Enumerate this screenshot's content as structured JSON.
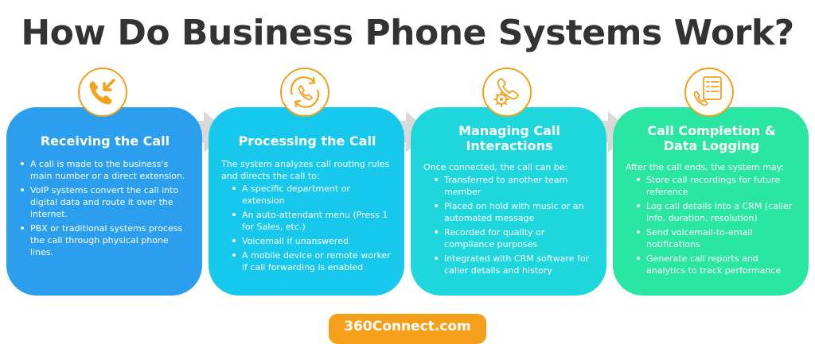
{
  "title": "How Do Business Phone Systems Work?",
  "colors": {
    "card1": "#2b9fee",
    "card2": "#15c8ec",
    "card3": "#1ed7dd",
    "card4": "#2ae6a3",
    "accent": "#f5a01a",
    "arrow": "#d9d9d9"
  },
  "steps": [
    {
      "icon": "phone-incoming-icon",
      "title": "Receiving the Call",
      "intro": "",
      "bullets": [
        "A call is made to the business's main number or a direct extension.",
        "VoIP systems convert the call into digital data and route it over the internet.",
        "PBX or traditional systems process the call through physical phone lines."
      ]
    },
    {
      "icon": "phone-routing-icon",
      "title": "Processing the Call",
      "intro": "The system analyzes call routing rules and directs the call to:",
      "bullets": [
        "A specific department or extension",
        "An auto-attendant menu (Press 1 for Sales, etc.)",
        "Voicemail if unanswered",
        "A mobile device or remote worker if call forwarding is enabled"
      ]
    },
    {
      "icon": "phone-gear-icon",
      "title": "Managing Call\nInteractions",
      "intro": "Once connected, the call can be:",
      "bullets": [
        "Transferred to another team member",
        "Placed on hold with music or an automated message",
        "Recorded for quality or compliance purposes",
        "Integrated with CRM software for caller details and history"
      ]
    },
    {
      "icon": "phone-checklist-icon",
      "title": "Call Completion &\nData Logging",
      "intro": "After the call ends, the system may:",
      "bullets": [
        "Store call recordings for future reference",
        "Log call details into a CRM (caller info, duration, resolution)",
        "Send voicemail-to-email notifications",
        "Generate call reports and analytics to track performance"
      ]
    }
  ],
  "footer": "360Connect.com"
}
